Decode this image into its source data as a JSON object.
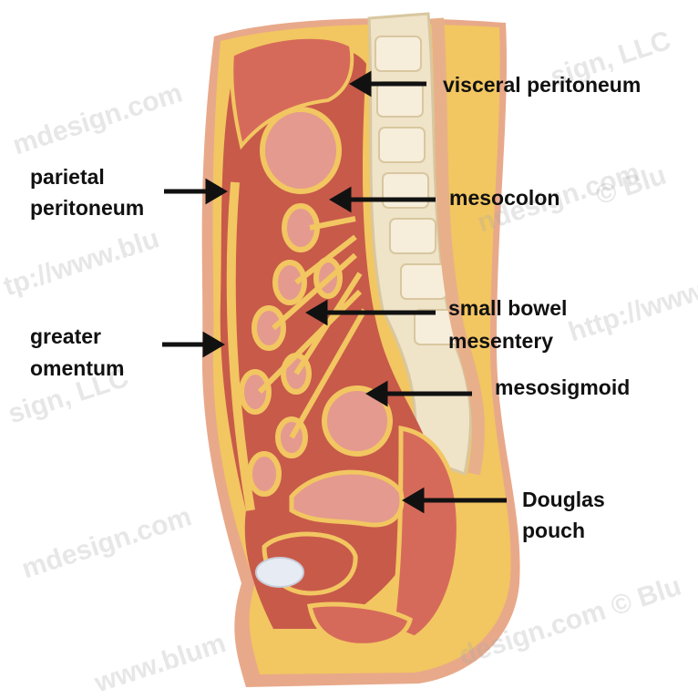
{
  "labels": {
    "visceral_peritoneum": "visceral peritoneum",
    "parietal_peritoneum_line1": "parietal",
    "parietal_peritoneum_line2": "peritoneum",
    "mesocolon": "mesocolon",
    "small_bowel_line1": "small bowel",
    "small_bowel_line2": "mesentery",
    "greater_omentum_line1": "greater",
    "greater_omentum_line2": "omentum",
    "mesosigmoid": "mesosigmoid",
    "douglas_line1": "Douglas",
    "douglas_line2": "pouch"
  },
  "watermarks": [
    "mdesign.com",
    "sign, LLC",
    "tp://www.blu",
    "ndesign.com",
    "© Blu",
    "sign, LLC",
    "mdesign.com",
    "http://www",
    "www.blum",
    "design.com © Blu"
  ],
  "colors": {
    "fat": "#f2c661",
    "peritoneum": "#c85a4a",
    "organ": "#e49a8e",
    "skin": "#e8a98a",
    "bone": "#efe3c8"
  }
}
